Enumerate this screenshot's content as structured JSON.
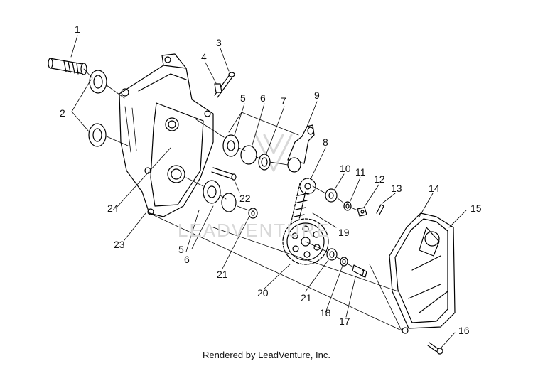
{
  "callouts": [
    "1",
    "2",
    "3",
    "4",
    "5",
    "6",
    "7",
    "8",
    "9",
    "10",
    "11",
    "12",
    "13",
    "14",
    "15",
    "16",
    "17",
    "18",
    "19",
    "20",
    "21",
    "21",
    "22",
    "23",
    "24",
    "5",
    "6"
  ],
  "watermark": "LEADVENTURE",
  "footer": "Rendered by LeadVenture, Inc."
}
